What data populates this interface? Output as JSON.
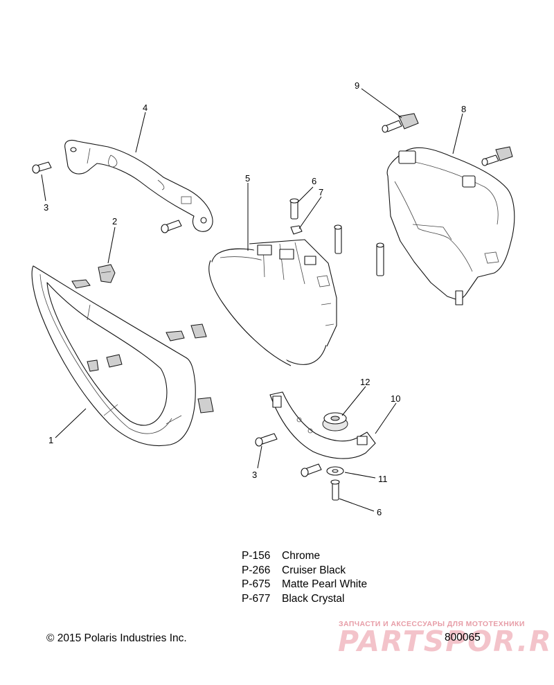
{
  "callouts": {
    "c1": "1",
    "c2": "2",
    "c3a": "3",
    "c3b": "3",
    "c4": "4",
    "c5": "5",
    "c6a": "6",
    "c6b": "6",
    "c7": "7",
    "c8": "8",
    "c9": "9",
    "c10": "10",
    "c11": "11",
    "c12": "12"
  },
  "legend": [
    {
      "code": "P-156",
      "name": "Chrome"
    },
    {
      "code": "P-266",
      "name": "Cruiser Black"
    },
    {
      "code": "P-675",
      "name": "Matte Pearl White"
    },
    {
      "code": "P-677",
      "name": "Black Crystal"
    }
  ],
  "footer": {
    "copyright": "© 2015 Polaris Industries Inc.",
    "figure_id": "800065"
  },
  "watermark": {
    "tagline": "ЗАПЧАСТИ И АКСЕССУАРЫ ДЛЯ МОТОТЕХНИКИ",
    "logo": "PARTSPOR.RU"
  },
  "colors": {
    "line": "#111111",
    "watermark": "#f2b9c1"
  }
}
